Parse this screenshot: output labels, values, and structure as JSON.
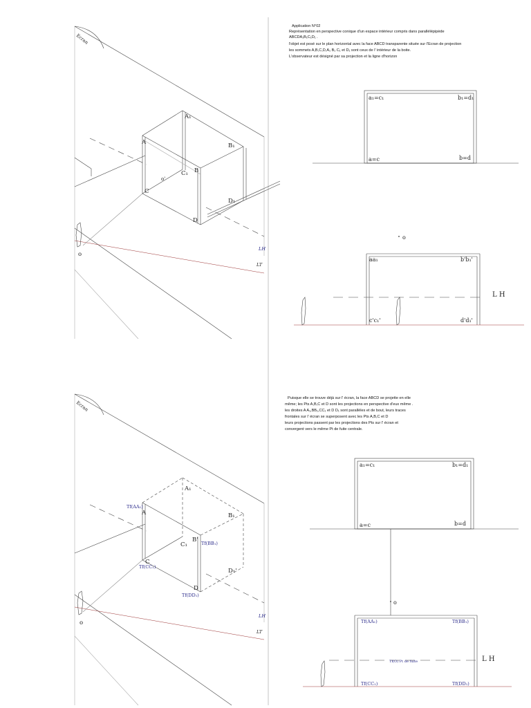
{
  "top": {
    "heading": "Application N°02",
    "paragraph": [
      "Représentation en perspective conique d'un espace intérieur compris dans parallélépipède",
      "ABCDA₁B₁C₁D₁ .",
      "l'objet est posé sur le plan horizontal avec la face ABCD transparente située sur l'Ecran de projection",
      "les sommets A,B,C,D,A₁ B₁ C₁ et D₁ sont ceux de l' intérieur de la boite.",
      "L'observateur est désigné par sa projection et la ligne d'horizon"
    ],
    "labels": {
      "ecran": "Ecran",
      "A": "A",
      "A1": "A₁",
      "B": "B",
      "B1": "B₁",
      "C": "C",
      "C1": "C₁",
      "D": "D",
      "D1": "D₁",
      "o_prime": "o'",
      "o": "o",
      "lh": "LH",
      "lt": "LT"
    },
    "elevation": {
      "a1c1": "a₁=c₁",
      "b1d1": "b₁=d₁",
      "ac": "a=c",
      "bd": "b=d"
    },
    "center_o": "o",
    "plan": {
      "aa1": "aa₁",
      "bb1": "b'b₁'",
      "cc1": "c'c₁'",
      "dd1": "d'd₁'",
      "lh": "L H"
    }
  },
  "bottom": {
    "paragraph": [
      "Puisque elle se trouve déjà sur l' écran,   la face ABCD se projette en elle",
      "même; les Pts A,B,C et D sont les projections en perspective d'eux même .",
      "les droites A A₁,BB₁,CC₁ et D D₁ sont parallèles et de bout, leurs traces",
      "frontales sur l' écran se superposent avec les Pts A,B,C et D",
      "leurs projections passent par les projections des Pts sur l' écran et",
      "convergent vers le même Pt de fuite centrale."
    ],
    "labels": {
      "ecran": "Ecran",
      "A": "A",
      "A1": "A₁",
      "B": "B'",
      "B1": "B₁",
      "C": "C",
      "C1": "C₁",
      "D": "D",
      "D1": "D₁'",
      "o": "o",
      "lh": "LH",
      "lt": "LT",
      "tf_aa1": "Tf(AA₁)",
      "tf_bb1": "Tf(BB₁)",
      "tf_cc1": "Tf(CC₁)",
      "tf_dd1": "Tf(DD₁)"
    },
    "elevation": {
      "a1c1": "a₁=c₁",
      "b1d1": "b₁=d₁",
      "ac": "a=c",
      "bd": "b=d"
    },
    "center_o": "o",
    "plan": {
      "tf_aa1": "Tf(AA₁)",
      "tf_bb1": "Tf(BB₁)",
      "tf_cc1": "Tf(CC₁)",
      "tf_dd1": "Tf(DD₁)",
      "tf_center": "Tf(O) Pt de fuite",
      "lh": "L H"
    }
  },
  "colors": {
    "line": "#333333",
    "ink_blue": "#2a2a8a",
    "ground_red": "#9a3030"
  }
}
